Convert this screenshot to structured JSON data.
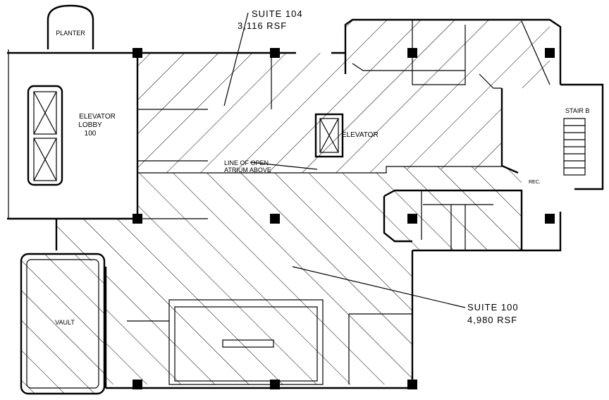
{
  "rooms": {
    "planter": "PLANTER",
    "elevator_lobby": [
      "ELEVATOR",
      "LOBBY",
      "100"
    ],
    "elevator": "ELEVATOR",
    "stair": "STAIR B",
    "vault": "VAULT",
    "rec": "REC."
  },
  "annotations": {
    "atrium": [
      "LINE OF OPEN",
      "ATRIUM ABOVE"
    ]
  },
  "suites": [
    {
      "name": "SUITE 104",
      "area": "3,116 RSF"
    },
    {
      "name": "SUITE 100",
      "area": "4,980 RSF"
    }
  ]
}
